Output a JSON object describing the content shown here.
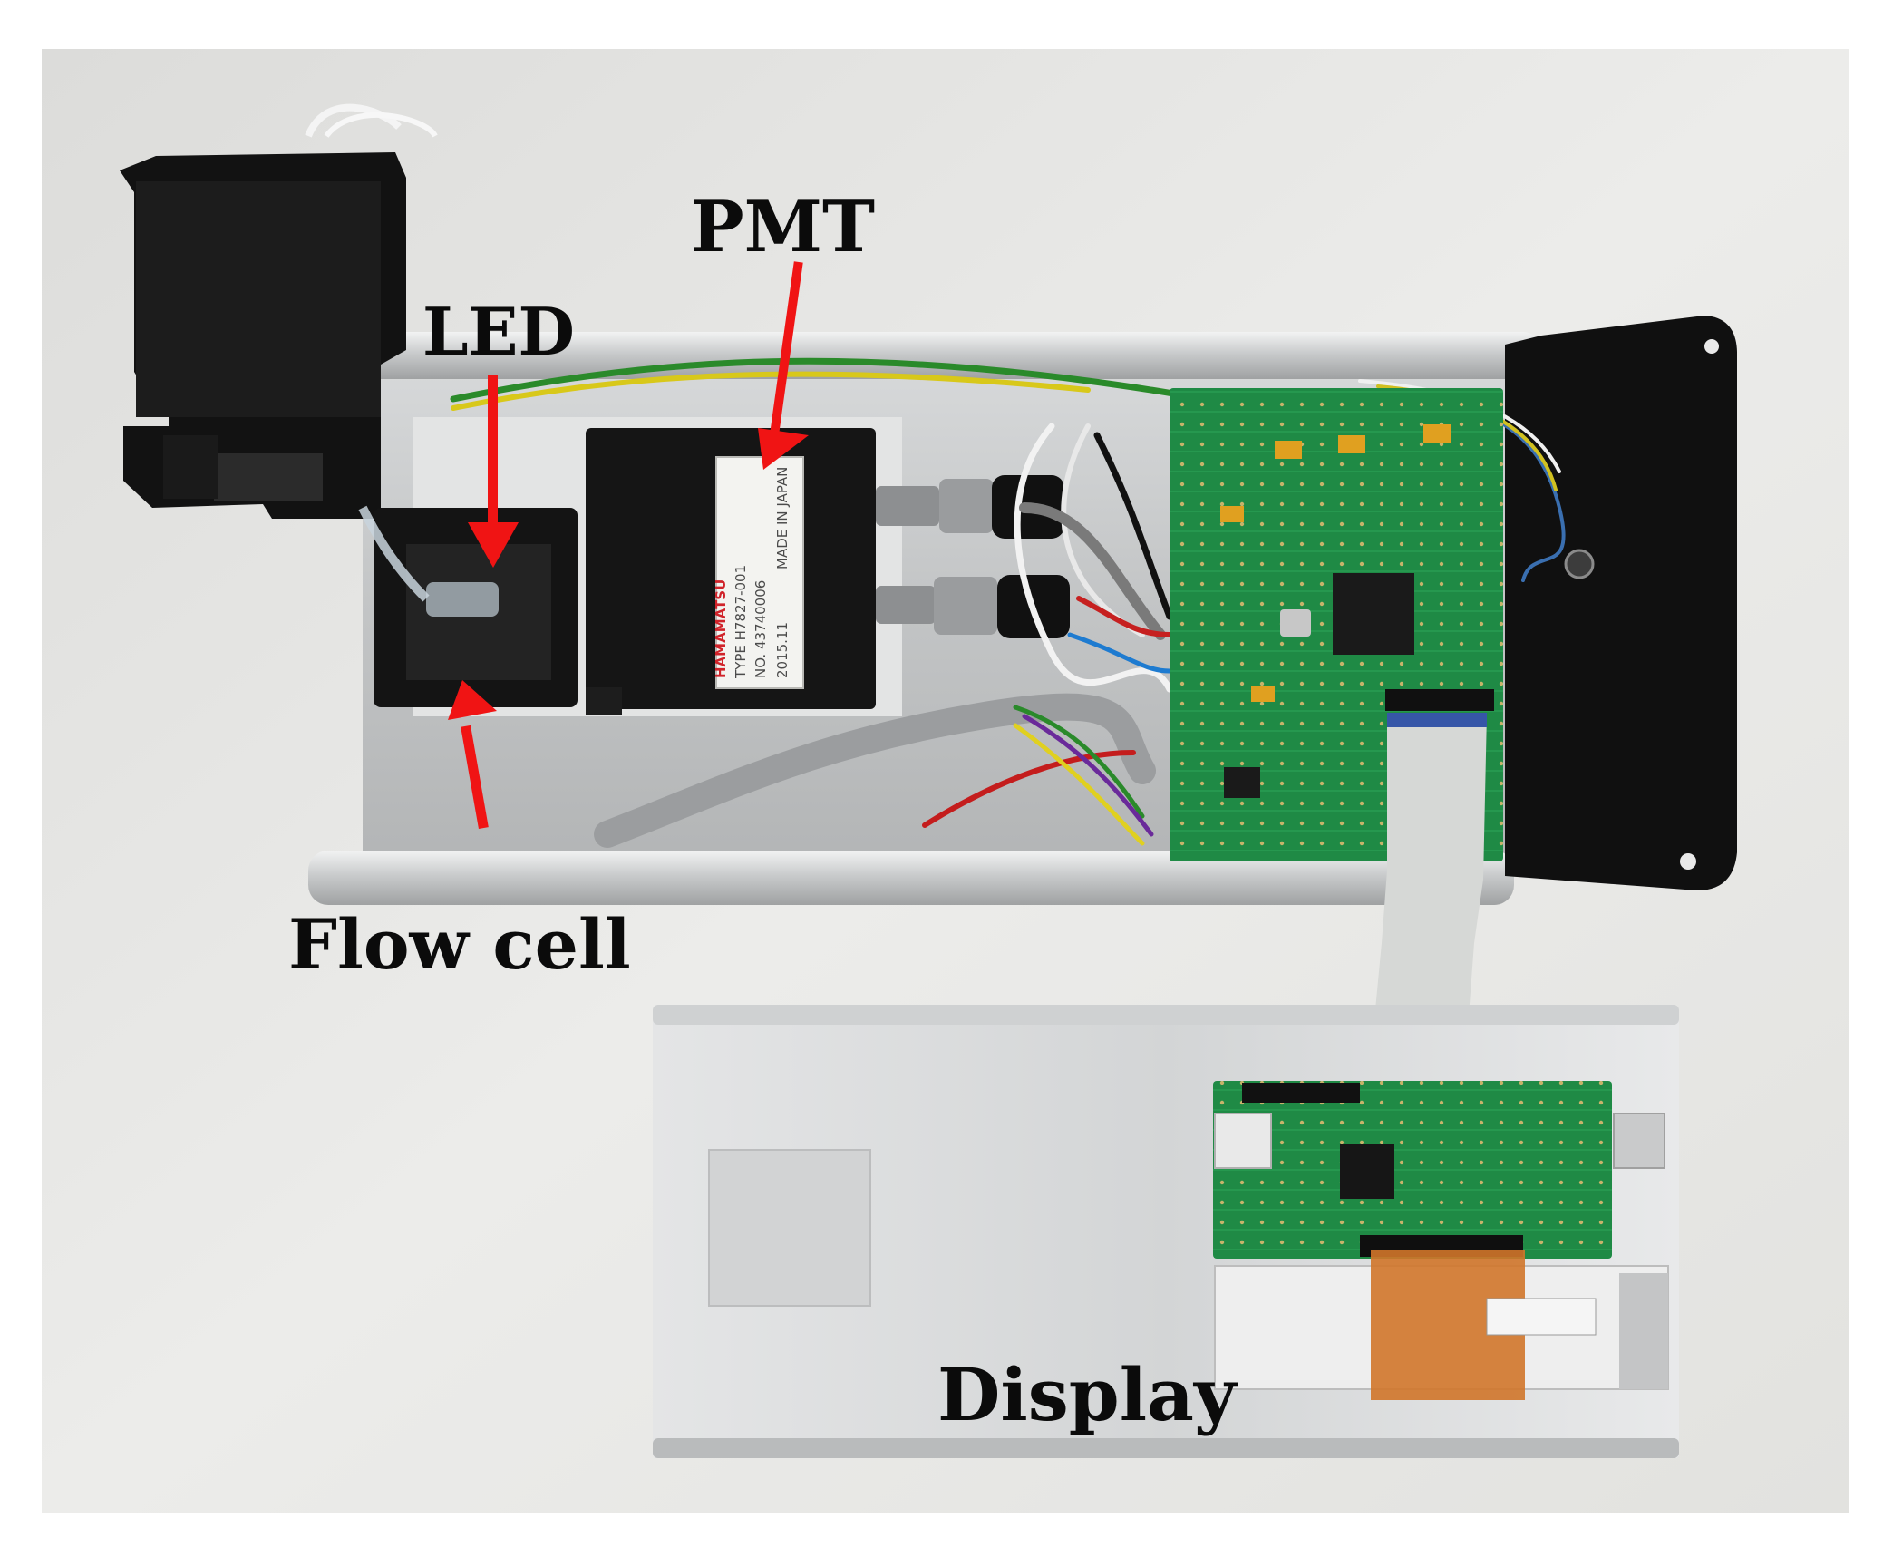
{
  "labels": {
    "pmt": "PMT",
    "led": "LED",
    "flow_cell": "Flow cell",
    "display": "Display"
  },
  "pmt_sticker": {
    "brand": "HAMAMATSU",
    "type_line": "TYPE   H7827-001",
    "no_line": "NO.    43740006",
    "date_line": "2015.11",
    "made_in": "MADE IN JAPAN"
  },
  "colors": {
    "arrow": "#f01414",
    "background": "#e6e6e3",
    "pcb_green": "#1f8a45",
    "aluminum": "#c9cbcc",
    "black_part": "#121212"
  }
}
